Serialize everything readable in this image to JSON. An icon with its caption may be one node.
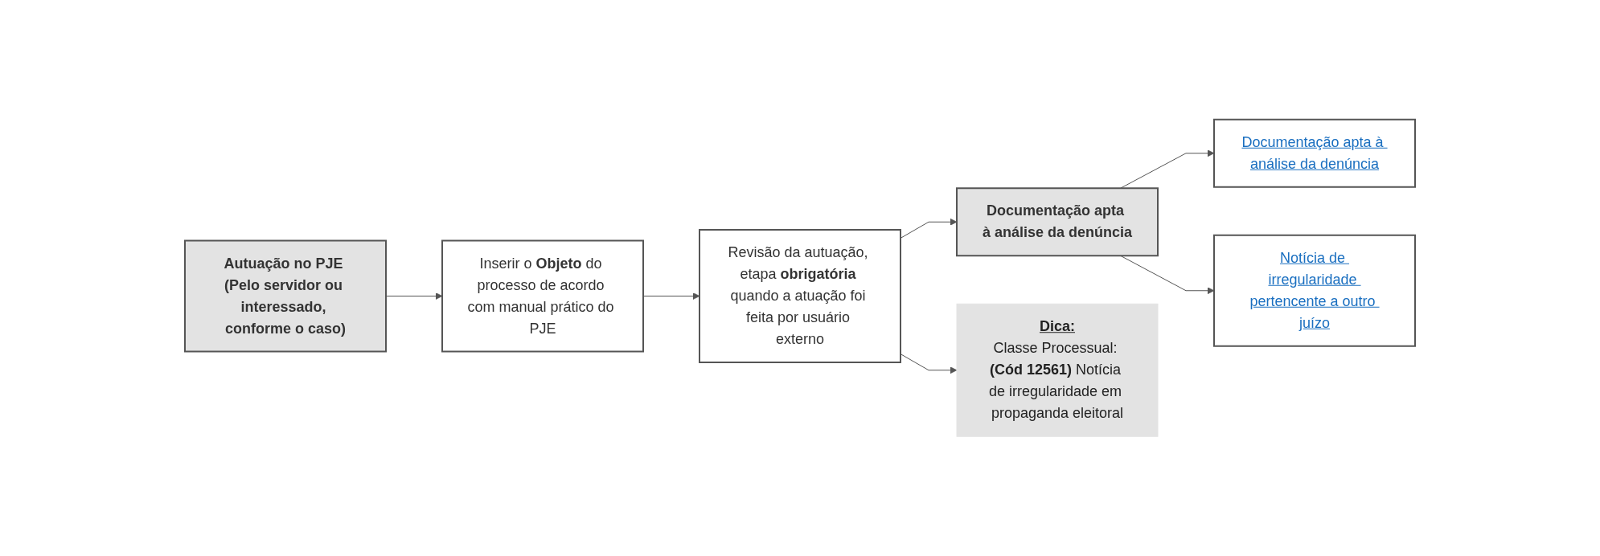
{
  "diagram": {
    "nodes": [
      {
        "text": [
          "Autuação no PJE (Pelo servidor ou interessado, conforme o caso)"
        ]
      },
      {
        "text": [
          "Inserir o **Objeto** do processo de acordo com manual prático do PJE"
        ]
      },
      {
        "text": [
          "Revisão da autuação, etapa **obrigatória** quando a atuação foi feita por usuário externo"
        ]
      },
      {
        "text": [
          "Documentação apta à análise da denúncia"
        ]
      },
      {
        "text": [
          "Dica:",
          "Classe Processual: **(Cód 12561)** Notícia de irregularidade em propaganda eleitoral"
        ]
      },
      {
        "text": [
          "Documentação apta à análise da denúncia"
        ]
      },
      {
        "text": [
          "Notícia de irregularidade pertencente a outro juízo"
        ]
      }
    ],
    "edges": [
      {
        "from": 0,
        "to": 1,
        "arrow": "to"
      },
      {
        "from": 1,
        "to": 2,
        "arrow": "to"
      },
      {
        "from": 2,
        "to": 4,
        "arrow": "to"
      },
      {
        "from": 2,
        "to": 3,
        "arrow": "to"
      },
      {
        "from": 3,
        "to": 5,
        "arrow": "to"
      },
      {
        "from": 3,
        "to": 6,
        "arrow": "to"
      }
    ]
  }
}
